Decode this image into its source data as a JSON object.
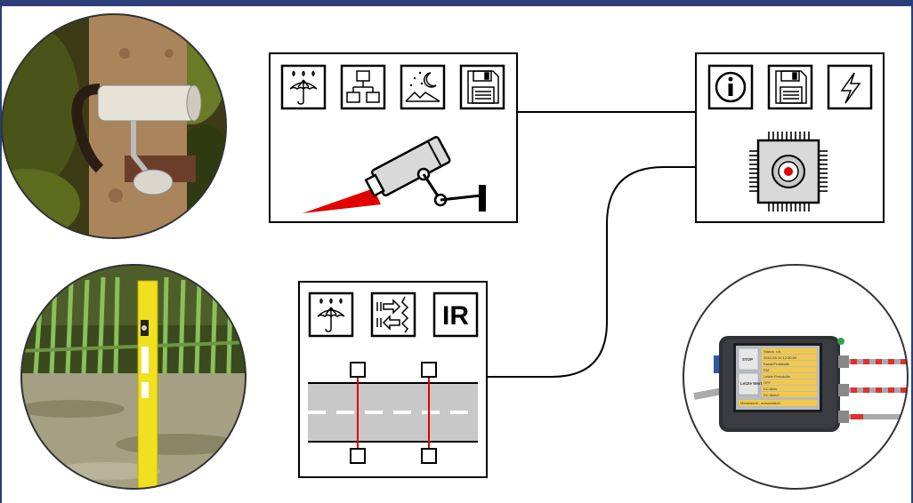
{
  "colors": {
    "frame": "#2c3e7a",
    "accent_red": "#e00000",
    "road_gray": "#c8c8c8",
    "lcd_yellow": "#f2c94c",
    "device_body": "#2f3136",
    "pole_yellow": "#f0e020"
  },
  "icons": {
    "camera_unit": [
      "rain-umbrella-icon",
      "network-icon",
      "night-mode-icon",
      "save-disk-icon"
    ],
    "processor_unit": [
      "info-icon",
      "save-disk-icon",
      "power-icon"
    ],
    "road_sensor_unit": [
      "rain-umbrella-icon",
      "bidirectional-traffic-icon",
      "ir-icon"
    ]
  },
  "road_sensor": {
    "ir_label": "IR"
  },
  "device_display": {
    "buttons": [
      "STOP",
      "Letzte Werte"
    ],
    "rows": [
      "Status: o.k.",
      "2012-05-10 12:00:00",
      "Kanal/Protokolle",
      "FAT",
      "Letzte Protokolle",
      "OFF",
      "DC Aktiv",
      "DC Aktiv2"
    ],
    "footer": "Messbereit - automatisch"
  }
}
